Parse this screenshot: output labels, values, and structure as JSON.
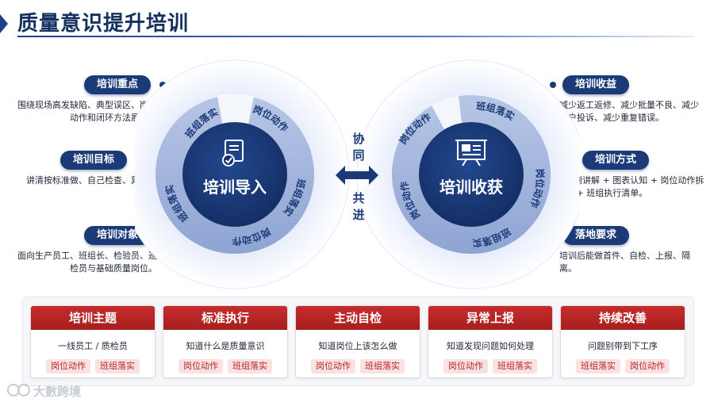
{
  "header": {
    "title": "质量意识提升培训"
  },
  "left_blocks": [
    {
      "label": "培训重点",
      "desc": "围绕现场高发缺陷、典型误区、岗位动作和闭环方法展开。"
    },
    {
      "label": "培训目标",
      "desc": "讲清按标准做、自己检查、异常快报。"
    },
    {
      "label": "培训对象",
      "desc": "面向生产员工、班组长、检验员、巡检员与基础质量岗位。"
    }
  ],
  "right_blocks": [
    {
      "label": "培训收益",
      "desc": "减少返工返修、减少批量不良、减少客户投诉、减少重复错误。"
    },
    {
      "label": "培训方式",
      "desc": "案例讲解 + 图表认知 + 岗位动作拆解 + 班组执行清单。"
    },
    {
      "label": "落地要求",
      "desc": "培训后能做首件、自检、上报、隔离。"
    }
  ],
  "diagram": {
    "left_circle": {
      "title": "培训导入",
      "icon": "document-check-icon",
      "ring_labels": [
        "班组落实",
        "岗位动作",
        "班组落实",
        "岗位动作",
        "班组落实"
      ]
    },
    "right_circle": {
      "title": "培训收获",
      "icon": "presentation-board-icon",
      "ring_labels": [
        "岗位动作",
        "班组落实",
        "岗位动作",
        "班组落实",
        "岗位动作"
      ]
    },
    "collab_top": "协同",
    "collab_bottom": "共进"
  },
  "cards": [
    {
      "title": "培训主题",
      "subtitle": "一线员工 / 质检员",
      "tags": [
        "岗位动作",
        "班组落实"
      ]
    },
    {
      "title": "标准执行",
      "subtitle": "知道什么是质量意识",
      "tags": [
        "岗位动作",
        "班组落实"
      ]
    },
    {
      "title": "主动自检",
      "subtitle": "知道岗位上该怎么做",
      "tags": [
        "岗位动作",
        "班组落实"
      ]
    },
    {
      "title": "异常上报",
      "subtitle": "知道发现问题如何处理",
      "tags": [
        "岗位动作",
        "班组落实"
      ]
    },
    {
      "title": "持续改善",
      "subtitle": "问题别带到下工序",
      "tags": [
        "班组落实",
        "岗位动作"
      ]
    }
  ],
  "watermark": {
    "text": "大數跨境"
  },
  "colors": {
    "navy": "#1b3a78",
    "red": "#b52525",
    "ring": "#9eb2d8"
  }
}
